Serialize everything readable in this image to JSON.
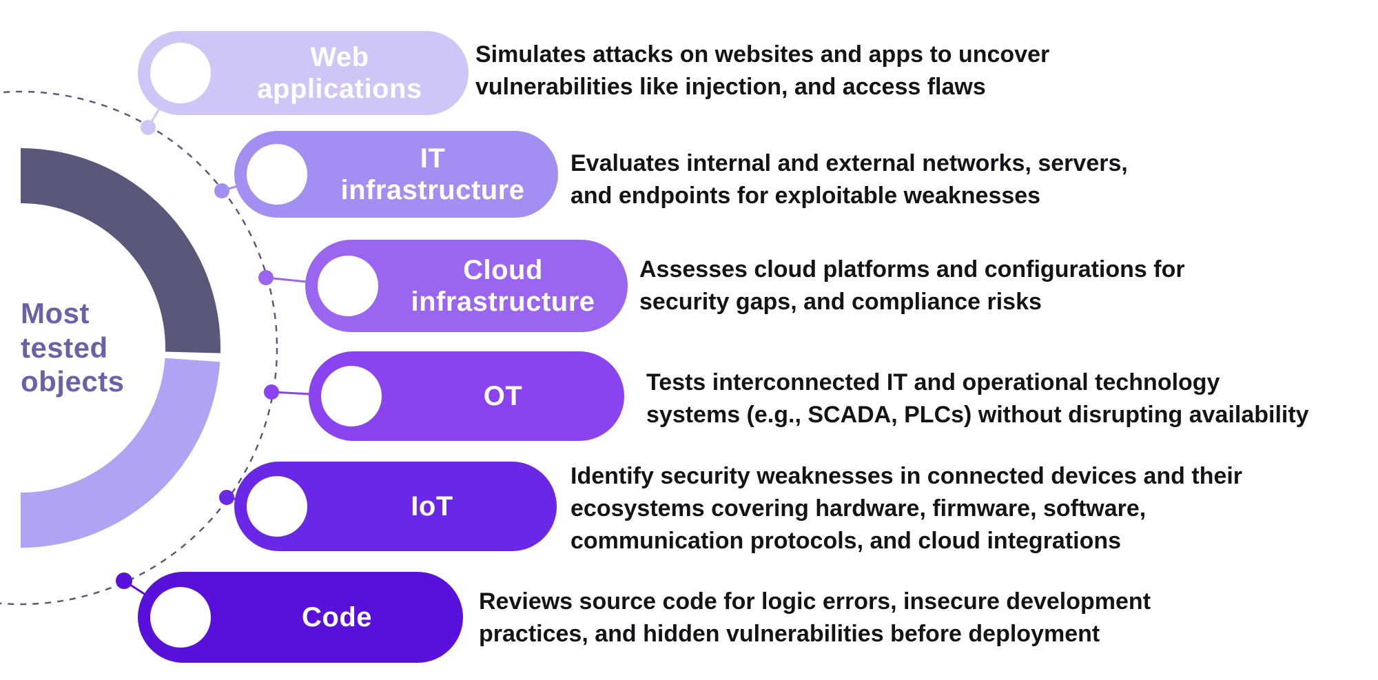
{
  "title": "Most tested objects",
  "items": [
    {
      "label": "Web applications",
      "color": "#cfc5f7",
      "description_lines": [
        "Simulates attacks on websites and apps to uncover",
        "vulnerabilities like injection, and access flaws"
      ]
    },
    {
      "label": "IT infrastructure",
      "color": "#a38ff2",
      "description_lines": [
        "Evaluates internal and external networks, servers,",
        "and endpoints for exploitable weaknesses"
      ]
    },
    {
      "label": "Cloud infrastructure",
      "color": "#9b66ef",
      "description_lines": [
        "Assesses cloud platforms and configurations for",
        "security gaps, and compliance risks"
      ]
    },
    {
      "label": "OT",
      "color": "#8a43ee",
      "description_lines": [
        "Tests interconnected IT and operational technology",
        "systems (e.g., SCADA, PLCs) without disrupting availability"
      ]
    },
    {
      "label": "IoT",
      "color": "#6a28e6",
      "description_lines": [
        " Identify security weaknesses in connected devices and their",
        "ecosystems covering hardware, firmware, software,",
        "communication protocols, and cloud integrations"
      ]
    },
    {
      "label": "Code",
      "color": "#5a10db",
      "description_lines": [
        "Reviews source code for logic errors, insecure development",
        "practices, and hidden vulnerabilities before deployment"
      ]
    }
  ],
  "donut": {
    "top_segment_color": "#57587a",
    "bottom_segment_color": "#b0a3f3",
    "dashed_circle_color": "#565a7c"
  }
}
